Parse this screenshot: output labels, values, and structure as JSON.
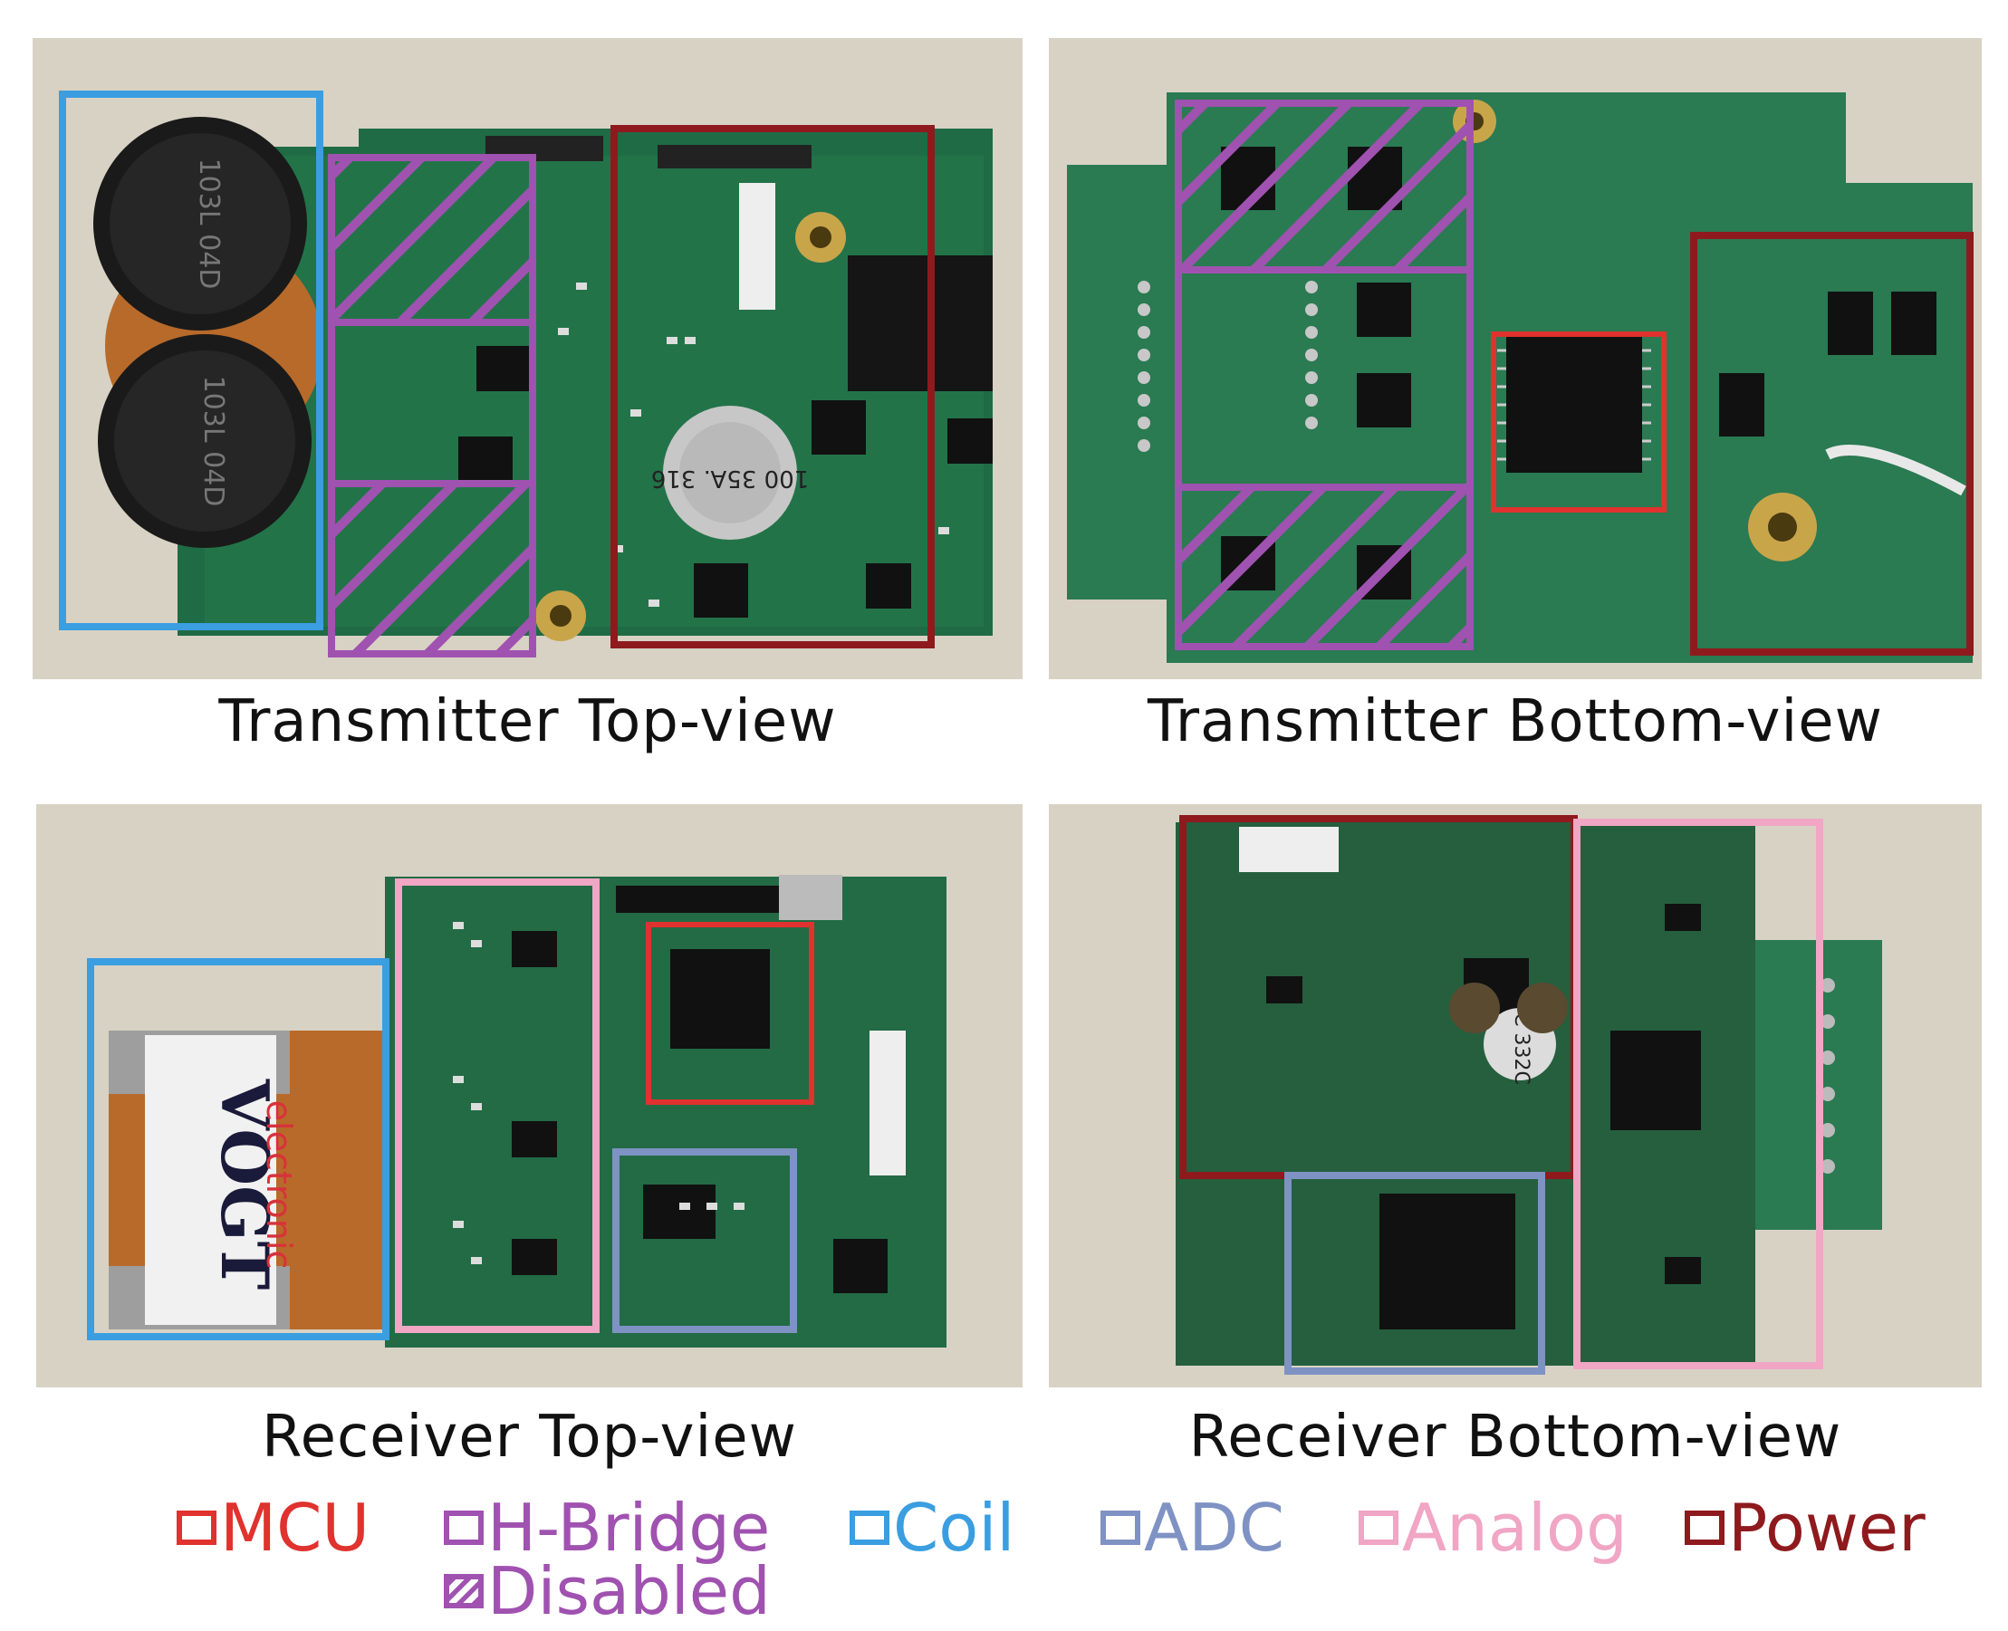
{
  "panels": [
    {
      "caption": "Transmitter Top-view"
    },
    {
      "caption": "Transmitter Bottom-view"
    },
    {
      "caption": "Receiver Top-view"
    },
    {
      "caption": "Receiver Bottom-view"
    }
  ],
  "component_text": {
    "capacitor": "100 35A. 316",
    "coil_top": "103L 04D",
    "coil_bottom": "103L 04D",
    "vogt_brand": "VOGT",
    "vogt_sub": "electronic",
    "inductor": "C 332C"
  },
  "legend": [
    {
      "label": "MCU",
      "color": "#e0322e",
      "hatched": false
    },
    {
      "label": "H-Bridge",
      "color": "#a052b0",
      "hatched": false
    },
    {
      "label": "Coil",
      "color": "#3a9ee0",
      "hatched": false
    },
    {
      "label": "ADC",
      "color": "#7f92c4",
      "hatched": false
    },
    {
      "label": "Analog",
      "color": "#f0a6c4",
      "hatched": false
    },
    {
      "label": "Power",
      "color": "#8e1a1e",
      "hatched": false
    },
    {
      "label": "Disabled",
      "color": "#a052b0",
      "hatched": true
    }
  ]
}
